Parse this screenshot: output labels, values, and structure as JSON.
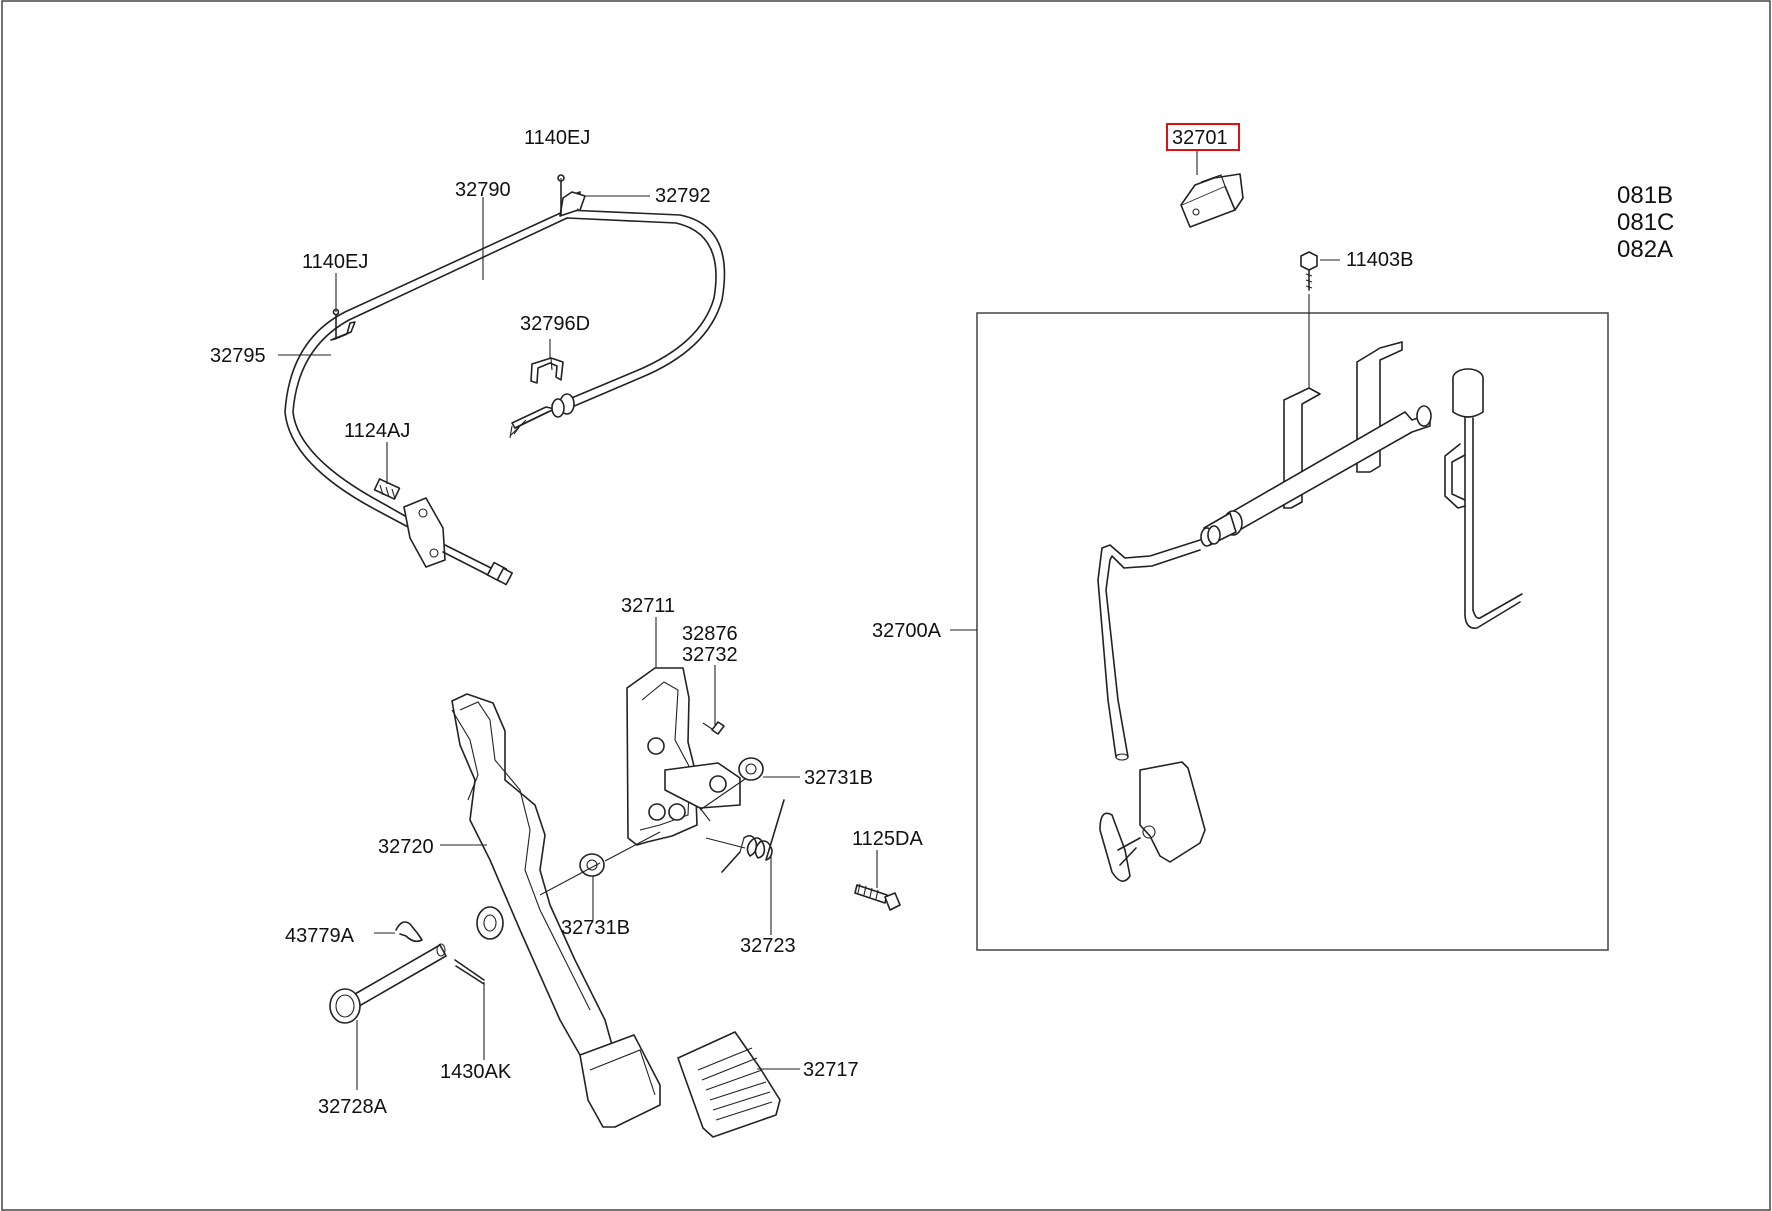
{
  "labels": {
    "p1140ej_top": "1140EJ",
    "p32792": "32792",
    "p32790": "32790",
    "p1140ej_left": "1140EJ",
    "p32795": "32795",
    "p32796d": "32796D",
    "p1124aj": "1124AJ",
    "p32711": "32711",
    "p32876": "32876",
    "p32732": "32732",
    "p32731b_right": "32731B",
    "p32720": "32720",
    "p1125da": "1125DA",
    "p32731b_bottom": "32731B",
    "p43779a": "43779A",
    "p32723": "32723",
    "p1430ak": "1430AK",
    "p32717": "32717",
    "p32728a": "32728A",
    "p32701": "32701",
    "p11403b": "11403B",
    "p32700a": "32700A"
  },
  "model_codes": [
    "081B",
    "081C",
    "082A"
  ],
  "highlighted_part": "32701",
  "colors": {
    "highlight": "#d11111",
    "line": "#222222"
  }
}
